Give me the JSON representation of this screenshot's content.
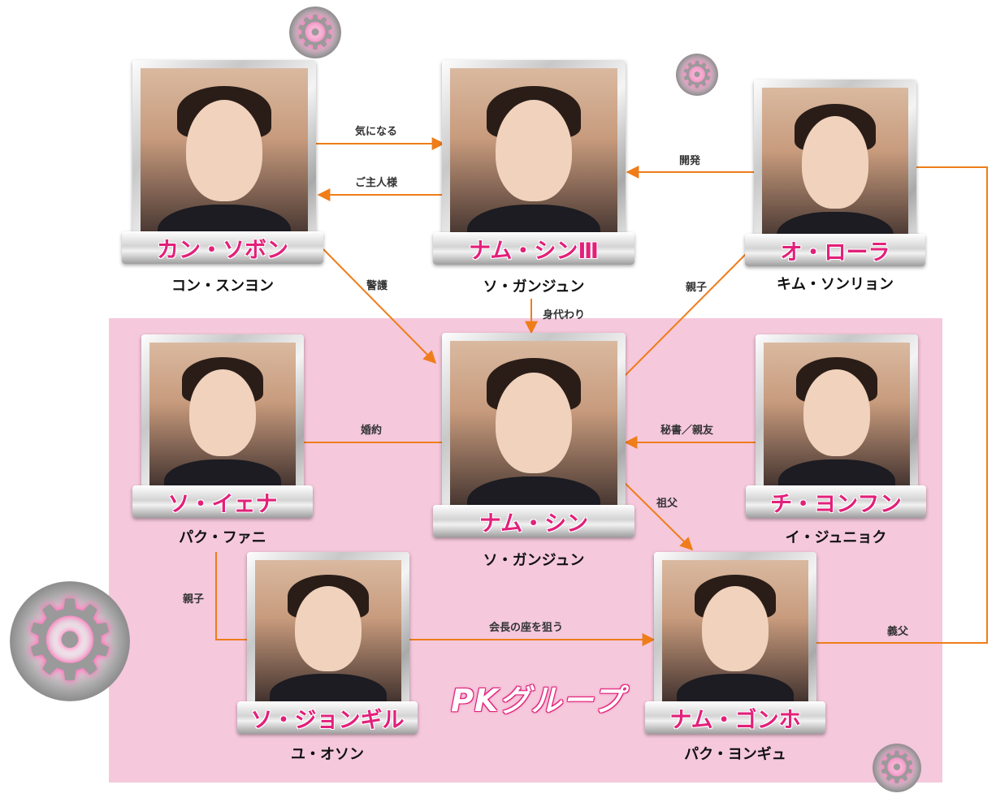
{
  "colors": {
    "accent": "#e2207a",
    "link": "#ef7d1a",
    "group_bg": "#f5c8dc"
  },
  "group": {
    "label": "PKグループ"
  },
  "characters": [
    {
      "id": "kan",
      "role": "カン・ソボン",
      "actor": "コン・スンヨン"
    },
    {
      "id": "namshin3",
      "role": "ナム・シンⅢ",
      "actor": "ソ・ガンジュン"
    },
    {
      "id": "aurora",
      "role": "オ・ローラ",
      "actor": "キム・ソンリョン"
    },
    {
      "id": "yena",
      "role": "ソ・イェナ",
      "actor": "パク・ファニ"
    },
    {
      "id": "namshin",
      "role": "ナム・シン",
      "actor": "ソ・ガンジュン"
    },
    {
      "id": "ji",
      "role": "チ・ヨンフン",
      "actor": "イ・ジュニョク"
    },
    {
      "id": "jongil",
      "role": "ソ・ジョンギル",
      "actor": "ユ・オソン"
    },
    {
      "id": "gonho",
      "role": "ナム・ゴンホ",
      "actor": "パク・ヨンギュ"
    }
  ],
  "relations": {
    "kininaru": "気になる",
    "goshujin": "ご主人様",
    "kaihatsu": "開発",
    "keigo": "警護",
    "migawari": "身代わり",
    "oyako1": "親子",
    "konyaku": "婚約",
    "hisho": "秘書／親友",
    "sofu": "祖父",
    "oyako2": "親子",
    "kaicho": "会長の座を狙う",
    "gifu": "義父"
  },
  "icons": [
    "gear-icon"
  ]
}
